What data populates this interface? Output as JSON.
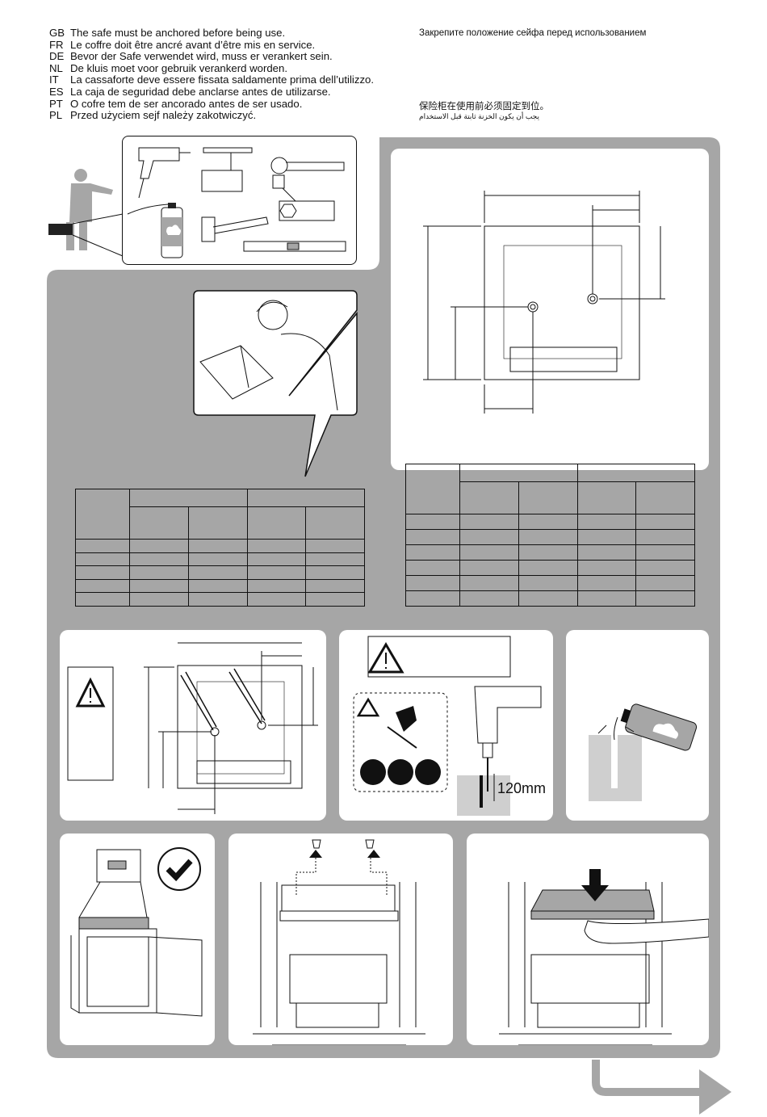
{
  "instructions": [
    {
      "code": "GB",
      "text": "The safe must be anchored before being use."
    },
    {
      "code": "FR",
      "text": "Le coffre doit être ancré avant d’être mis en service."
    },
    {
      "code": "DE",
      "text": "Bevor der Safe verwendet wird, muss er verankert sein."
    },
    {
      "code": "NL",
      "text": "De kluis moet voor gebruik verankerd worden."
    },
    {
      "code": "IT",
      "text": "La cassaforte deve essere fissata saldamente prima dell’utilizzo."
    },
    {
      "code": "ES",
      "text": "La caja de seguridad debe anclarse antes de utilizarse."
    },
    {
      "code": "PT",
      "text": "O cofre tem de ser ancorado antes de ser usado."
    },
    {
      "code": "PL",
      "text": "Przed użyciem sejf należy zakotwiczyć."
    }
  ],
  "ru_text": "Закрепите положение сейфа перед использованием",
  "zh_text": "保险柜在使用前必须固定到位。",
  "ar_text": "يجب أن يكون الخزنة ثابتة قبل الاستخدام",
  "drill_depth": "120mm",
  "colors": {
    "frame": "#a6a6a6",
    "drop": "#cfcfcf",
    "line": "#111111"
  }
}
